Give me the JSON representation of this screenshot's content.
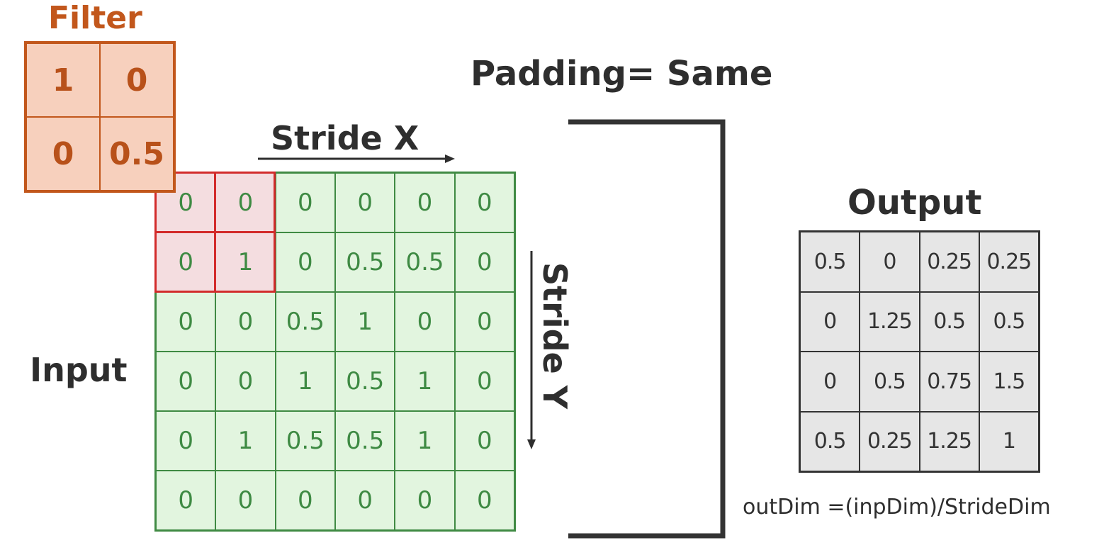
{
  "labels": {
    "filter": "Filter",
    "padding": "Padding= Same",
    "stride_x": "Stride X",
    "stride_y": "Stride Y",
    "input": "Input",
    "output": "Output",
    "formula": "outDim =(inpDim)/StrideDim"
  },
  "colors": {
    "filter_border": "#c2571c",
    "filter_fill": "#f7d0bd",
    "input_border": "#3f8a43",
    "input_fill": "#e2f5df",
    "window_border": "#d22b2b",
    "window_fill": "#f4dde0",
    "output_border": "#333333",
    "output_fill": "#e6e6e6"
  },
  "filter": [
    [
      "1",
      "0"
    ],
    [
      "0",
      "0.5"
    ]
  ],
  "input": [
    [
      "0",
      "0",
      "0",
      "0",
      "0",
      "0"
    ],
    [
      "0",
      "1",
      "0",
      "0.5",
      "0.5",
      "0"
    ],
    [
      "0",
      "0",
      "0.5",
      "1",
      "0",
      "0"
    ],
    [
      "0",
      "0",
      "1",
      "0.5",
      "1",
      "0"
    ],
    [
      "0",
      "1",
      "0.5",
      "0.5",
      "1",
      "0"
    ],
    [
      "0",
      "0",
      "0",
      "0",
      "0",
      "0"
    ]
  ],
  "highlighted_window": {
    "rows": [
      0,
      1
    ],
    "cols": [
      0,
      1
    ]
  },
  "output": [
    [
      "0.5",
      "0",
      "0.25",
      "0.25"
    ],
    [
      "0",
      "1.25",
      "0.5",
      "0.5"
    ],
    [
      "0",
      "0.5",
      "0.75",
      "1.5"
    ],
    [
      "0.5",
      "0.25",
      "1.25",
      "1"
    ]
  ]
}
